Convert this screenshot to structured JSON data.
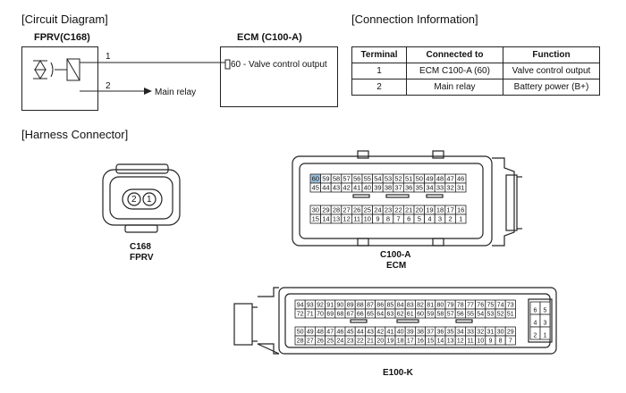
{
  "sections": {
    "circuit": "[Circuit Diagram]",
    "connection": "[Connection Information]",
    "harness": "[Harness Connector]"
  },
  "fprv_box": {
    "title": "FPRV(C168)",
    "pin1": "1",
    "pin2": "2",
    "main_relay": "Main relay"
  },
  "ecm_box": {
    "title": "ECM (C100-A)",
    "pin_label": "60 - Valve control output"
  },
  "table": {
    "headers": [
      "Terminal",
      "Connected to",
      "Function"
    ],
    "rows": [
      [
        "1",
        "ECM C100-A (60)",
        "Valve control output"
      ],
      [
        "2",
        "Main relay",
        "Battery power (B+)"
      ]
    ]
  },
  "c168": {
    "pin2": "2",
    "pin1": "1",
    "name": "C168",
    "sub": "FPRV"
  },
  "c100a": {
    "highlight": "60",
    "row1": [
      "60",
      "59",
      "58",
      "57",
      "56",
      "55",
      "54",
      "53",
      "52",
      "51",
      "50",
      "49",
      "48",
      "47",
      "46"
    ],
    "row2": [
      "45",
      "44",
      "43",
      "42",
      "41",
      "40",
      "39",
      "38",
      "37",
      "36",
      "35",
      "34",
      "33",
      "32",
      "31"
    ],
    "row3": [
      "30",
      "29",
      "28",
      "27",
      "26",
      "25",
      "24",
      "23",
      "22",
      "21",
      "20",
      "19",
      "18",
      "17",
      "16"
    ],
    "row4": [
      "15",
      "14",
      "13",
      "12",
      "11",
      "10",
      "9",
      "8",
      "7",
      "6",
      "5",
      "4",
      "3",
      "2",
      "1"
    ],
    "name": "C100-A",
    "sub": "ECM"
  },
  "e100k": {
    "row1": [
      "94",
      "93",
      "92",
      "91",
      "90",
      "89",
      "88",
      "87",
      "86",
      "85",
      "84",
      "83",
      "82",
      "81",
      "80",
      "79",
      "78",
      "77",
      "76",
      "75",
      "74",
      "73"
    ],
    "row2": [
      "72",
      "71",
      "70",
      "69",
      "68",
      "67",
      "66",
      "65",
      "64",
      "63",
      "62",
      "61",
      "60",
      "59",
      "58",
      "57",
      "56",
      "55",
      "54",
      "53",
      "52",
      "51"
    ],
    "row3": [
      "50",
      "49",
      "48",
      "47",
      "46",
      "45",
      "44",
      "43",
      "42",
      "41",
      "40",
      "39",
      "38",
      "37",
      "36",
      "35",
      "34",
      "33",
      "32",
      "31",
      "30",
      "29"
    ],
    "row4": [
      "28",
      "27",
      "26",
      "25",
      "24",
      "23",
      "22",
      "21",
      "20",
      "19",
      "18",
      "17",
      "16",
      "15",
      "14",
      "13",
      "12",
      "11",
      "10",
      "9",
      "8",
      "7"
    ],
    "side": [
      "6",
      "5",
      "4",
      "3",
      "2",
      "1"
    ],
    "name": "E100-K"
  },
  "colors": {
    "line": "#222222",
    "highlight": "#9fc3dc"
  }
}
